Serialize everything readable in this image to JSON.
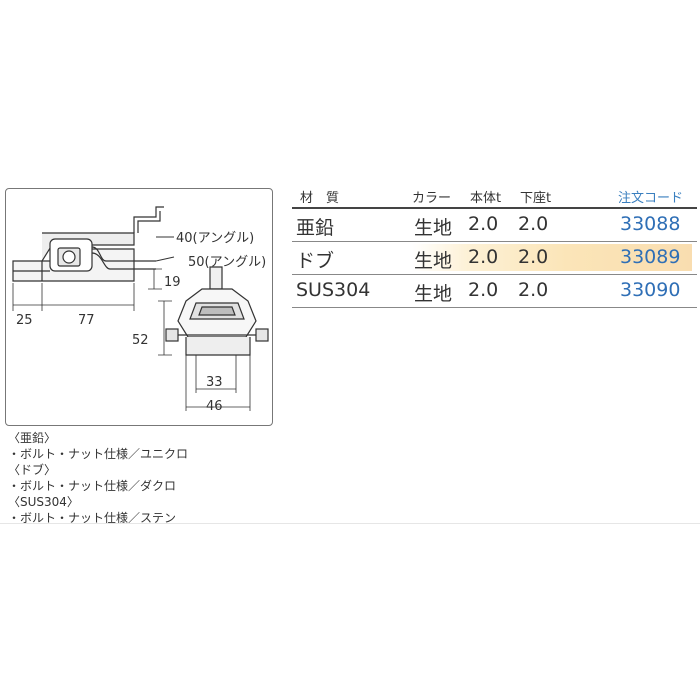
{
  "drawing": {
    "dims": {
      "angle40": "40(アングル)",
      "angle50": "50(アングル)",
      "d19": "19",
      "d25": "25",
      "d77": "77",
      "d52": "52",
      "d33": "33",
      "d46": "46"
    }
  },
  "notes": [
    "〈亜鉛〉",
    "・ボルト・ナット仕様／ユニクロ",
    "〈ドブ〉",
    "・ボルト・ナット仕様／ダクロ",
    "〈SUS304〉",
    "・ボルト・ナット仕様／ステン"
  ],
  "spec_table": {
    "headers": {
      "material": "材　質",
      "color": "カラー",
      "body_t": "本体t",
      "base_t": "下座t",
      "order_code": "注文コード"
    },
    "rows": [
      {
        "material": "亜鉛",
        "color": "生地",
        "body_t": "2.0",
        "base_t": "2.0",
        "order_code": "33088",
        "highlight": false
      },
      {
        "material": "ドブ",
        "color": "生地",
        "body_t": "2.0",
        "base_t": "2.0",
        "order_code": "33089",
        "highlight": true
      },
      {
        "material": "SUS304",
        "color": "生地",
        "body_t": "2.0",
        "base_t": "2.0",
        "order_code": "33090",
        "highlight": false
      }
    ]
  },
  "colors": {
    "code_blue": "#2f6fb6",
    "highlight": "#f9ddb0"
  }
}
